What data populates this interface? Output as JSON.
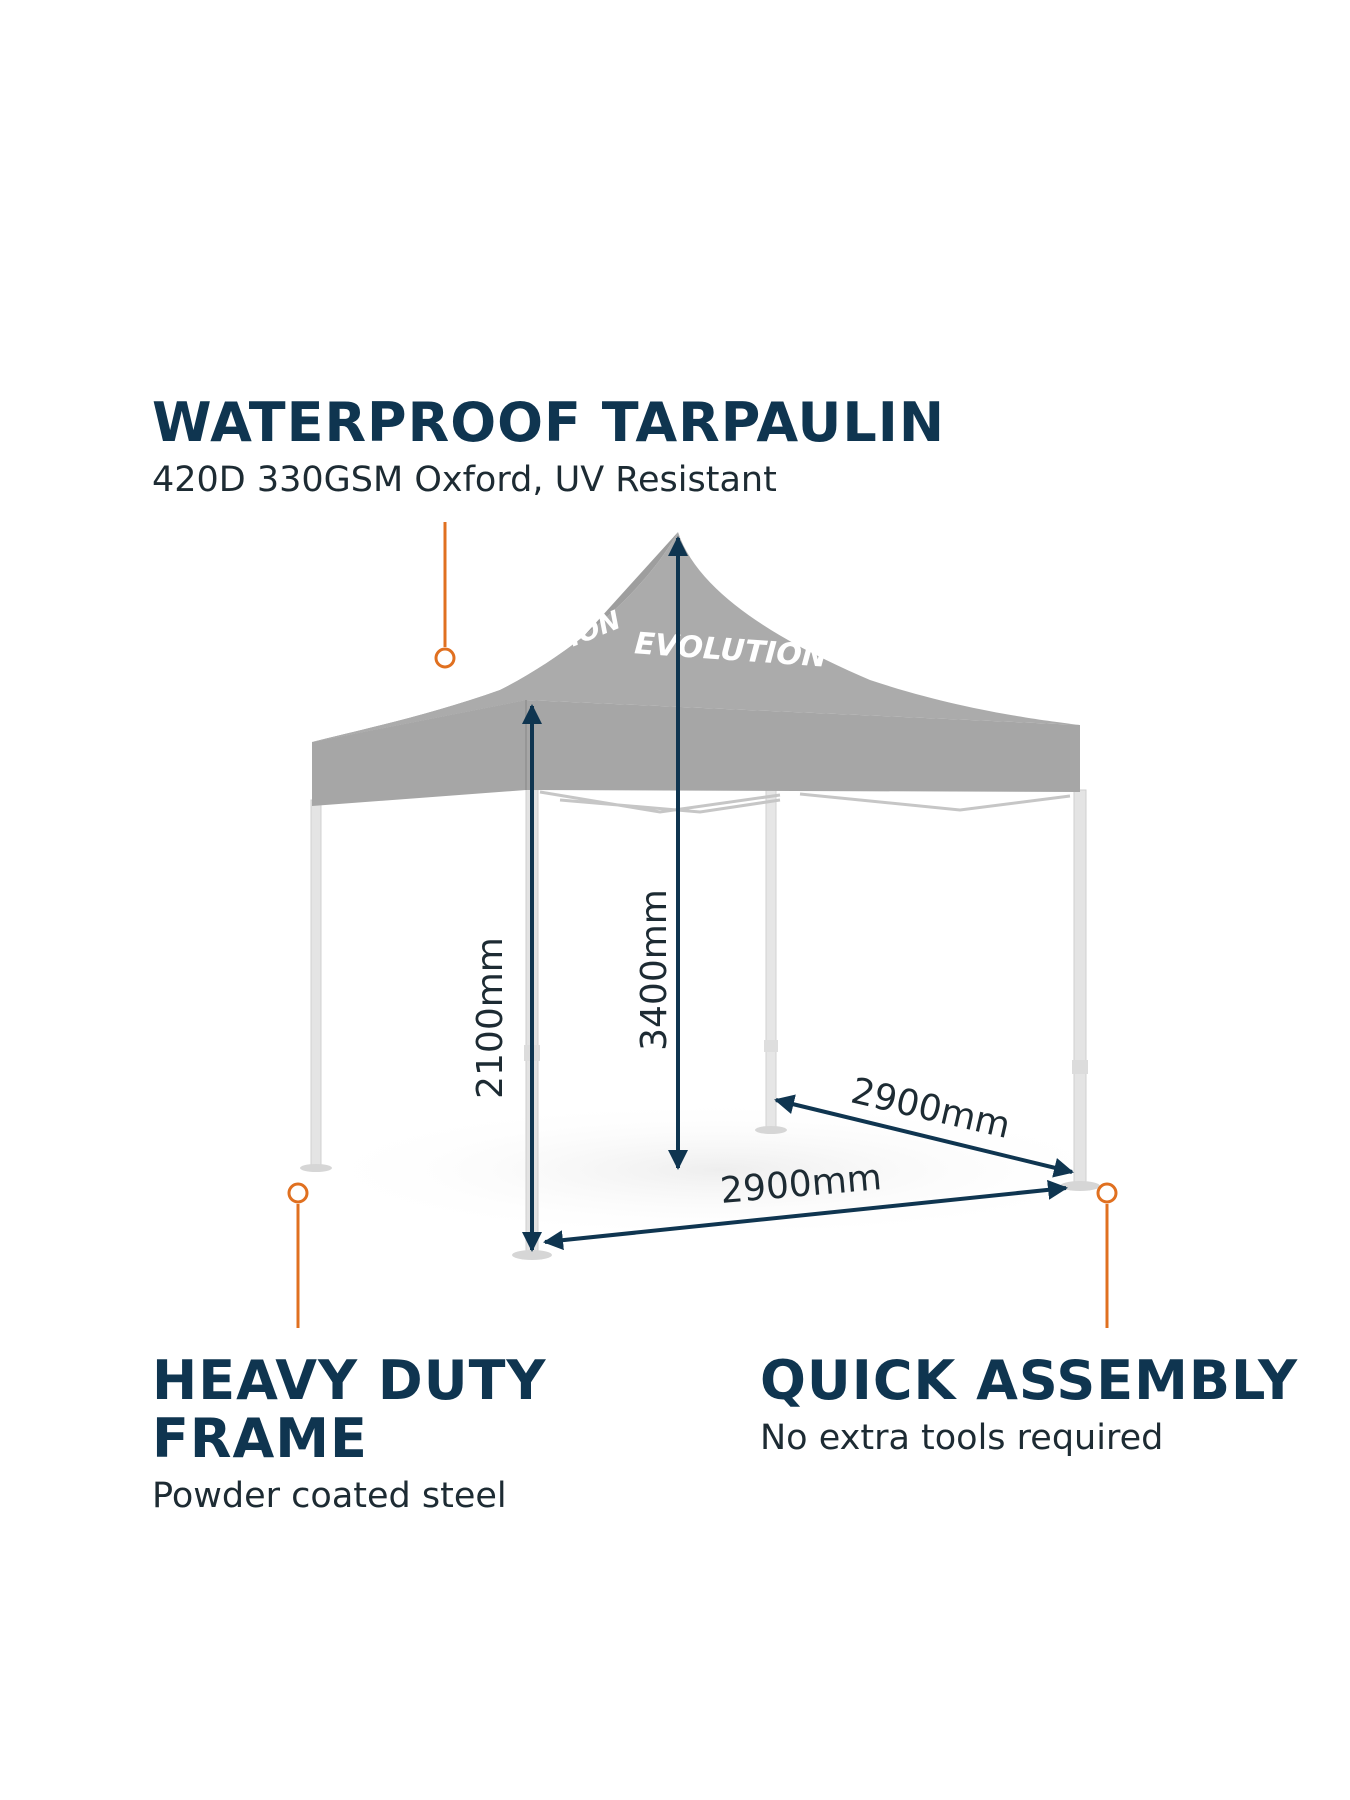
{
  "features": {
    "tarpaulin": {
      "title": "WATERPROOF TARPAULIN",
      "subtitle": "420D 330GSM Oxford, UV Resistant"
    },
    "frame": {
      "title": "HEAVY DUTY FRAME",
      "subtitle": "Powder coated steel"
    },
    "assembly": {
      "title": "QUICK ASSEMBLY",
      "subtitle": "No extra tools required"
    }
  },
  "canopy": {
    "brand": "EVOLUTION"
  },
  "dimensions": {
    "total_height": "3400mm",
    "leg_height": "2100mm",
    "width_front": "2900mm",
    "depth_side": "2900mm"
  },
  "colors": {
    "navy": "#0f3550",
    "orange": "#e07020",
    "canopy": "#a8a8a8",
    "frame": "#e4e4e4"
  }
}
